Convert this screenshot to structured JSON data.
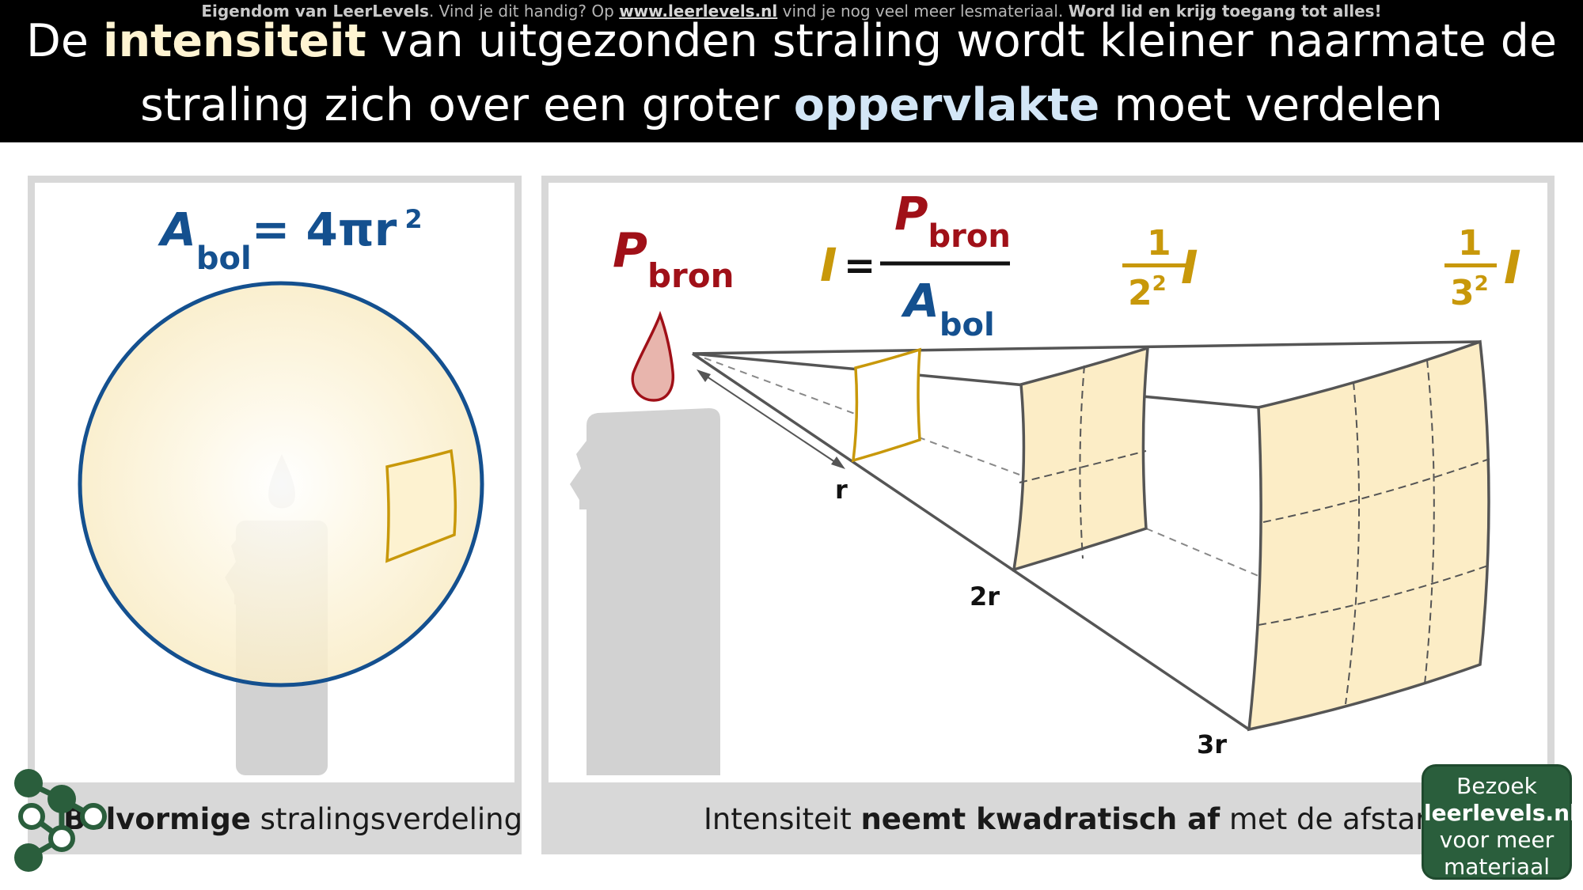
{
  "watermark": {
    "owner": "Eigendom van LeerLevels",
    "text_1": ". Vind je dit handig? Op ",
    "url": "www.leerlevels.nl",
    "text_2": " vind je nog veel meer lesmateriaal. ",
    "cta": "Word lid en krijg toegang tot alles!"
  },
  "title": {
    "part_1": "De ",
    "highlight_1": "intensiteit",
    "part_2": " van uitgezonden straling wordt kleiner naarmate de straling zich over een groter ",
    "highlight_2": "oppervlakte",
    "part_3": " moet verdelen"
  },
  "left_panel": {
    "formula": {
      "symbol": "A",
      "subscript": "bol",
      "rhs": "= 4πr",
      "exponent": "2"
    },
    "caption_bold": "Bolvormige",
    "caption_rest": " stralingsverdeling"
  },
  "right_panel": {
    "source_label": {
      "symbol": "P",
      "subscript": "bron"
    },
    "intensity_formula": {
      "lhs": "I",
      "equals": "=",
      "num_symbol": "P",
      "num_subscript": "bron",
      "den_symbol": "A",
      "den_subscript": "bol"
    },
    "fraction_2": {
      "numerator": "1",
      "base": "2",
      "exponent": "2",
      "symbol": "I"
    },
    "fraction_3": {
      "numerator": "1",
      "base": "3",
      "exponent": "2",
      "symbol": "I"
    },
    "distances": [
      "r",
      "2r",
      "3r"
    ],
    "caption_pre": "Intensiteit ",
    "caption_bold": "neemt kwadratisch af",
    "caption_post": " met de afstand"
  },
  "cta_box": {
    "line_1": "Bezoek",
    "line_2": "leerlevels.nl",
    "line_3": "voor meer",
    "line_4": "materiaal"
  },
  "colors": {
    "blue": "#14508f",
    "red": "#a01018",
    "gold": "#c8980a",
    "sphere_fill": "#fbf0cf",
    "panel_grey": "#d8d8d8",
    "logo_green": "#2a5e3c"
  }
}
